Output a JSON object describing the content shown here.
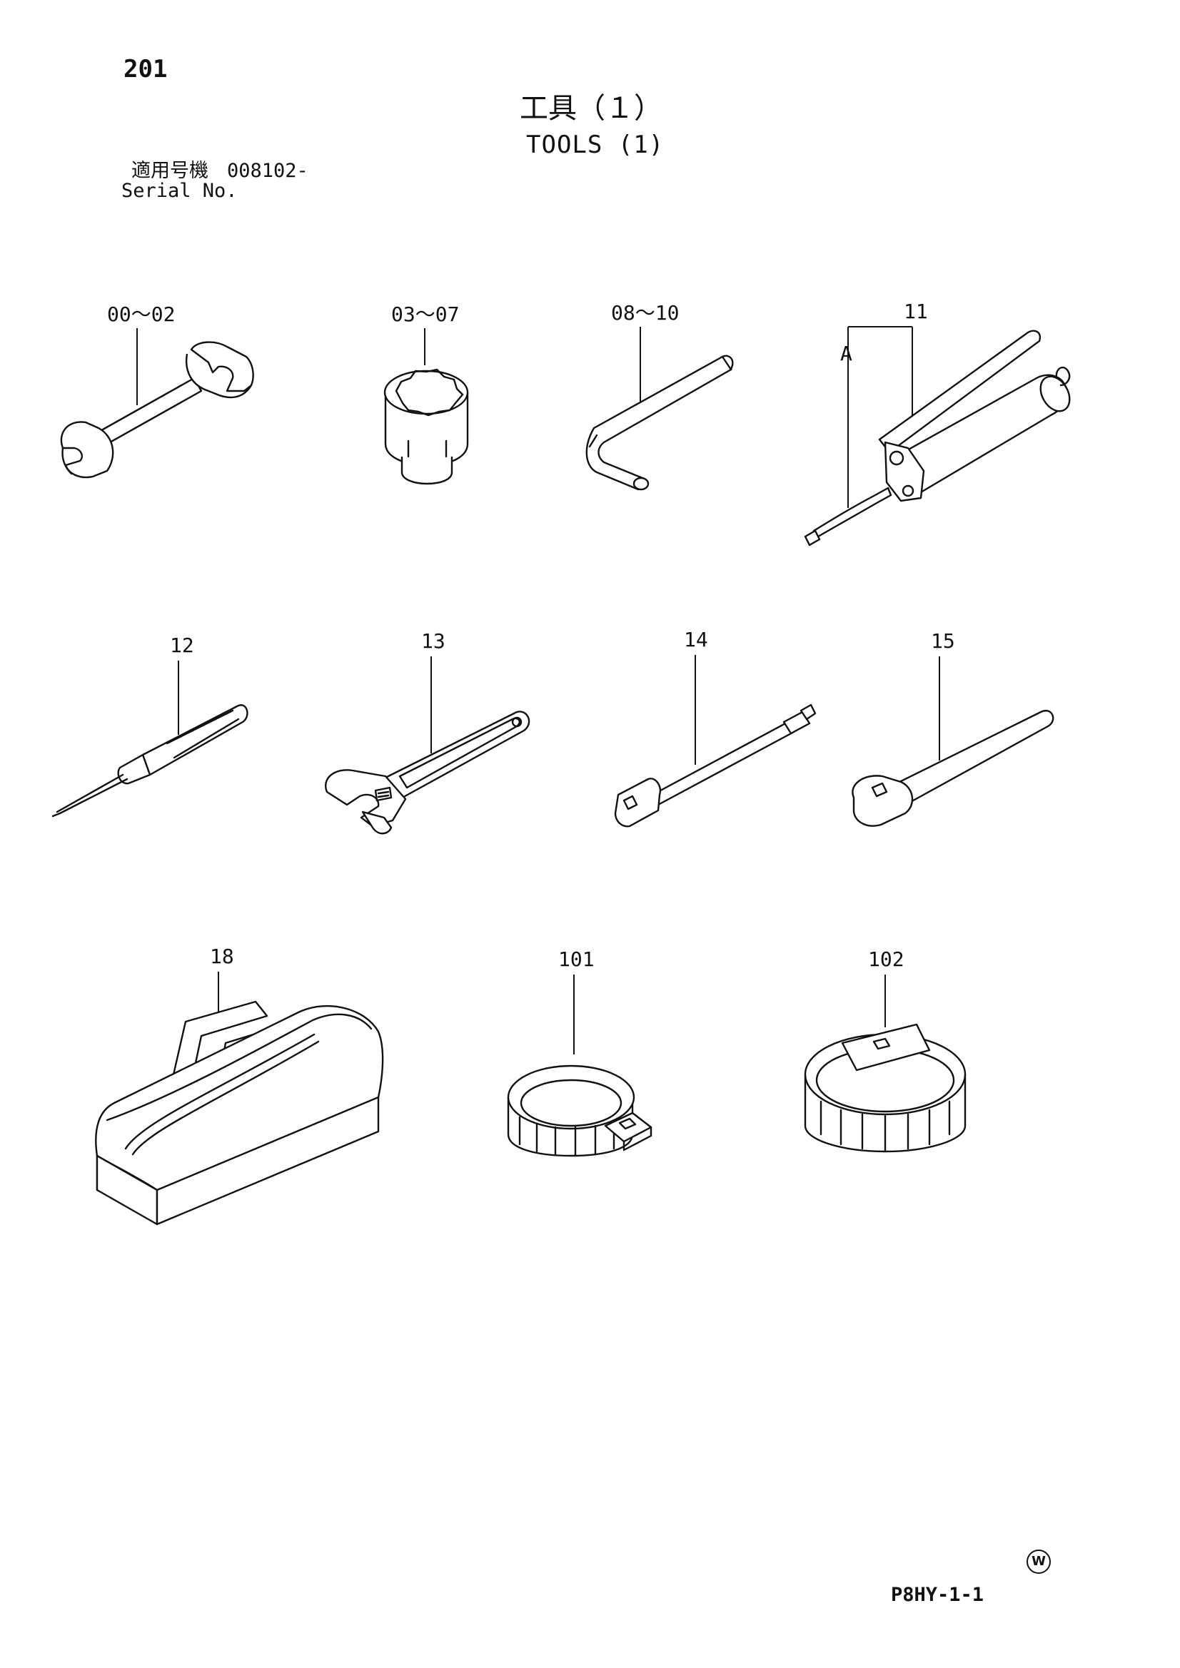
{
  "header": {
    "page_number": "201",
    "title_jp": "工具（１）",
    "title_en": "TOOLS (1)",
    "serial_label_jp": "適用号機",
    "serial_value": "008102-",
    "serial_label_en": "Serial No."
  },
  "callouts": {
    "wrench": "00～02",
    "socket": "03～07",
    "hex_key": "08～10",
    "grease_gun": "11",
    "grease_gun_sub": "A",
    "screwdriver": "12",
    "adjustable_wrench": "13",
    "extension_bar": "14",
    "ratchet_handle": "15",
    "tool_bag": "18",
    "filter_wrench_strap": "101",
    "filter_wrench_cup": "102"
  },
  "footer": {
    "watermark_mark": "W",
    "drawing_code": "P8HY-1-1"
  }
}
